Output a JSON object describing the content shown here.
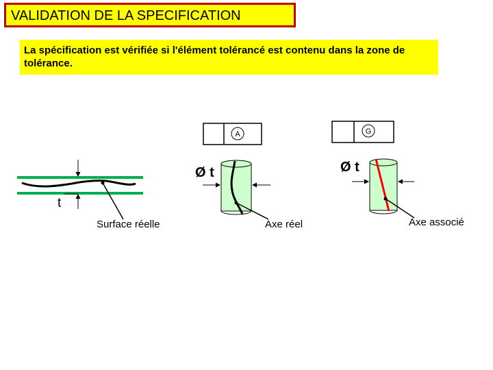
{
  "title": "VALIDATION DE LA SPECIFICATION",
  "statement": "La spécification est vérifiée si l'élément tolérancé est contenu dans la zone de tolérance.",
  "frame_a": {
    "tolerance": "",
    "mark": "A"
  },
  "frame_g": {
    "tolerance": "",
    "mark": "G"
  },
  "diameter_label_1": "Ø t",
  "diameter_label_2": "Ø t",
  "thickness_label": "t",
  "label_surface": "Surface réelle",
  "label_axe_reel": "Axe réel",
  "label_axe_associe": "Axe associé",
  "colors": {
    "banner": "#ffff00",
    "banner_border": "#c00000",
    "zone": "#00b050",
    "cylinder": "#ccffcc",
    "associated_axis": "#ff0000"
  }
}
